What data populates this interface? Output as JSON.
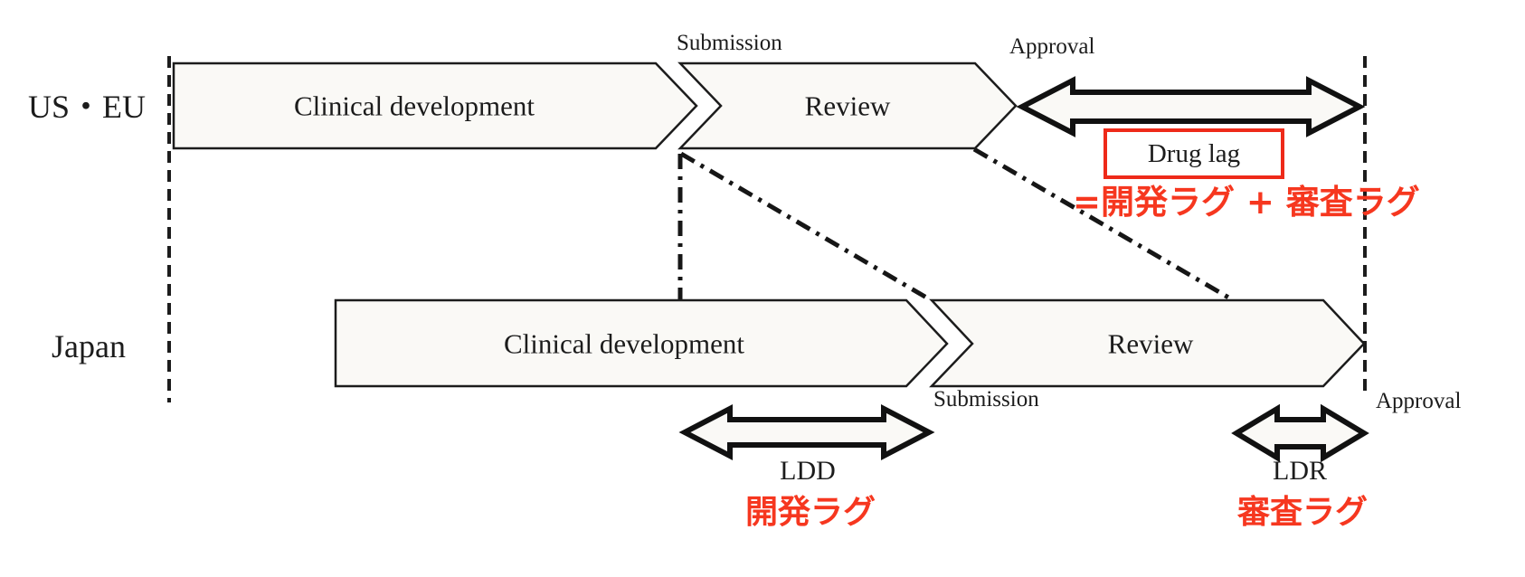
{
  "colors": {
    "ink": "#1c1c1c",
    "red_accent": "#f6371f",
    "arrow_fill": "#faf9f6"
  },
  "rows": {
    "us_eu": {
      "label": "US・EU",
      "clinical": "Clinical development",
      "review": "Review",
      "submission": "Submission",
      "approval": "Approval"
    },
    "japan": {
      "label": "Japan",
      "clinical": "Clinical development",
      "review": "Review",
      "submission": "Submission",
      "approval": "Approval"
    }
  },
  "annotations": {
    "drug_lag": "Drug lag",
    "equation": "=開発ラグ + 審査ラグ",
    "ldd": "LDD",
    "ldd_ja": "開発ラグ",
    "ldr": "LDR",
    "ldr_ja": "審査ラグ"
  }
}
